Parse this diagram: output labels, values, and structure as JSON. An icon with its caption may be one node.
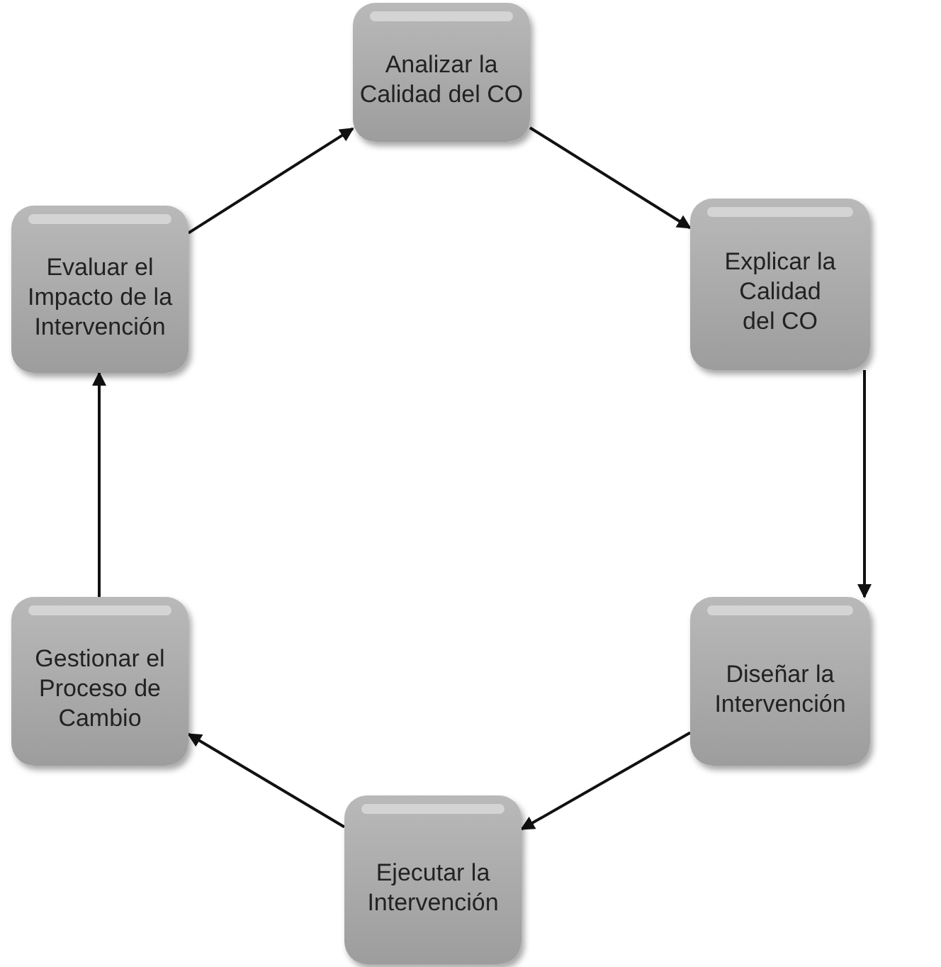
{
  "diagram": {
    "nodes": [
      {
        "text": [
          "Analizar la Calidad del CO"
        ]
      },
      {
        "text": [
          "Explicar la Calidad del CO"
        ]
      },
      {
        "text": [
          "Diseñar la Intervención"
        ]
      },
      {
        "text": [
          "Ejecutar la Intervención"
        ]
      },
      {
        "text": [
          "Gestionar el Proceso de Cambio"
        ]
      },
      {
        "text": [
          "Evaluar el Impacto de la Intervención"
        ]
      }
    ],
    "edges": [
      {
        "from": 0,
        "to": 1,
        "arrow": "to"
      },
      {
        "from": 1,
        "to": 2,
        "arrow": "to"
      },
      {
        "from": 2,
        "to": 3,
        "arrow": "to"
      },
      {
        "from": 3,
        "to": 4,
        "arrow": "to"
      },
      {
        "from": 4,
        "to": 5,
        "arrow": "to"
      },
      {
        "from": 5,
        "to": 0,
        "arrow": "to"
      }
    ]
  }
}
